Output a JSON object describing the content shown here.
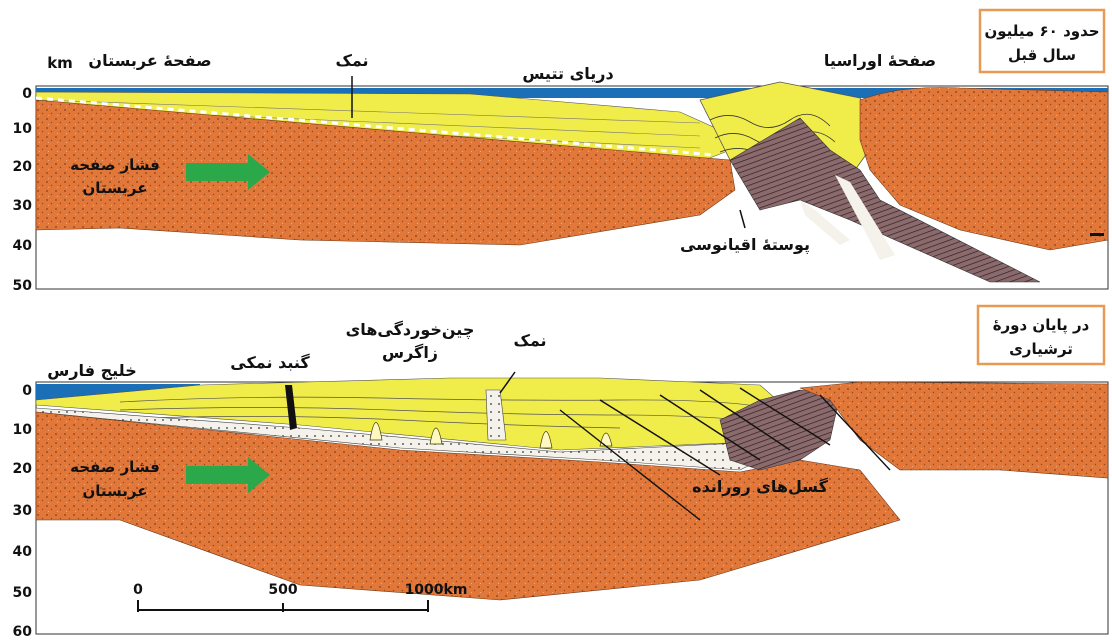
{
  "top": {
    "box_title_line1": "حدود ۶۰ میلیون",
    "box_title_line2": "سال قبل",
    "unit": "km",
    "depth_ticks": [
      "0",
      "10",
      "20",
      "30",
      "40",
      "50"
    ],
    "label_arabian_plate": "صفحهٔ عربستان",
    "label_salt": "نمک",
    "label_tethys": "دریای تتیس",
    "label_eurasian_plate": "صفحهٔ اوراسیا",
    "label_pressure_line1": "فشار صفحه",
    "label_pressure_line2": "عربستان",
    "label_oceanic_crust": "پوستهٔ اقیانوسی"
  },
  "bottom": {
    "box_title_line1": "در پایان دورهٔ",
    "box_title_line2": "ترشیاری",
    "depth_ticks": [
      "0",
      "10",
      "20",
      "30",
      "40",
      "50",
      "60"
    ],
    "label_persian_gulf": "خلیج فارس",
    "label_salt_dome": "گنبد نمکی",
    "label_folds_line1": "چین‌خوردگی‌های",
    "label_folds_line2": "زاگرس",
    "label_salt": "نمک",
    "label_pressure_line1": "فشار صفحه",
    "label_pressure_line2": "عربستان",
    "label_thrust_faults": "گسل‌های رورانده"
  },
  "scale_bar": {
    "labels": [
      "0",
      "500",
      "1000km"
    ]
  },
  "colors": {
    "crust": "#e2773a",
    "sediment": "#f0ec4a",
    "sea": "#1a6fb7",
    "oceanic": "#8a6a6c",
    "salt_layer": "#f4f2ea",
    "arrow": "#2aa84a",
    "box_border": "#e89a55"
  }
}
